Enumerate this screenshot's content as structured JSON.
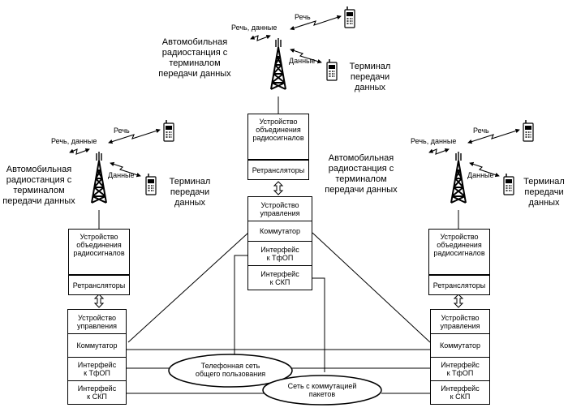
{
  "speech_data": "Речь, данные",
  "speech": "Речь",
  "data_label": "Данные",
  "vehicle_station": "Автомобильная\nрадиостанция с\nтерминалом\nпередачи данных",
  "terminal": "Терминал\nпередачи\nданных",
  "combiner": "Устройство\nобъединения\nрадиосигналов",
  "repeaters": "Ретрансляторы",
  "control": "Устройство\nуправления",
  "switch": "Коммутатор",
  "pstn_if": "Интерфейс\nк ТфОП",
  "psn_if": "Интерфейс\nк СКП",
  "pstn": "Телефонная сеть\nобщего пользования",
  "psn": "Сеть с коммутацией\nпакетов"
}
